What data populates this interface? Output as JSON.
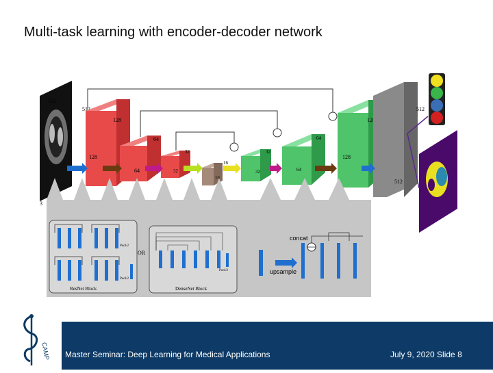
{
  "title": "Multi-task learning with encoder-decoder network",
  "footer": {
    "seminar": "Master Seminar: Deep Learning for Medical Applications",
    "date_slide": "July 9, 2020  Slide 8",
    "logo_text": "CAMP"
  },
  "diagram": {
    "dims": {
      "input_top": "512",
      "input_side": "512",
      "input_channels": "3",
      "enc1_top": "128",
      "enc1_side": "128",
      "enc2_top": "64",
      "enc2_side": "64",
      "enc3_top": "32",
      "enc3_side": "32",
      "bottleneck_top": "16",
      "bottleneck_side": "16",
      "dec1_top": "32",
      "dec1_side": "32",
      "dec2_top": "64",
      "dec2_side": "64",
      "dec3_top": "128",
      "dec3_side": "128",
      "out_side": "512",
      "out_bottom": "512"
    },
    "insets": {
      "resnet_label": "ResNet Block",
      "densenet_label": "DenseNet Block",
      "or_label": "OR",
      "pool1": "Pool/2",
      "pool2": "Pool/2",
      "pool3": "Pool/2",
      "concat_label": "concat",
      "upsample_label": "upsample"
    }
  },
  "colors": {
    "footer": "#0d3a66",
    "encoder": "#e84a4a",
    "decoder": "#4fc46a",
    "bottleneck": "#a58a7a",
    "output_gray": "#8a8a8a",
    "segmentation_bg": "#4a0a6a",
    "traffic_light": [
      "#f0e020",
      "#39b54a",
      "#3a6fb5",
      "#d42020"
    ]
  }
}
